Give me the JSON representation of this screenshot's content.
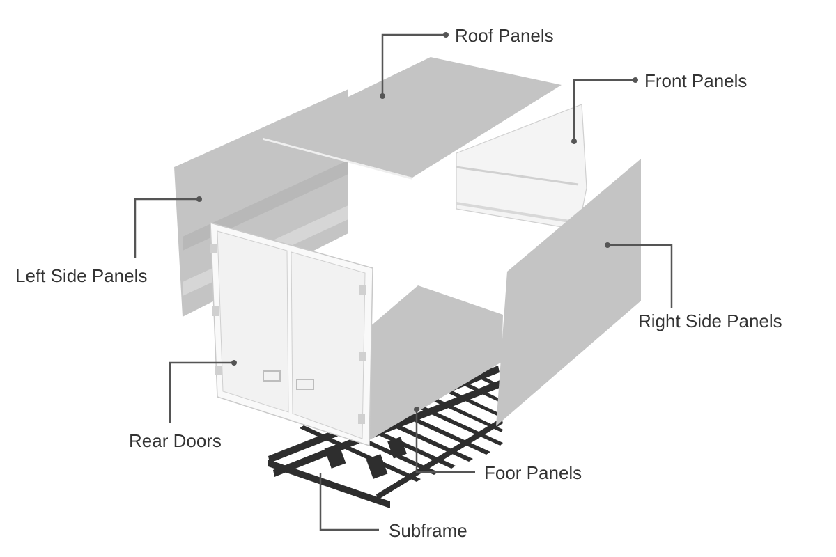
{
  "labels": {
    "roof": "Roof Panels",
    "front": "Front Panels",
    "left": "Left Side Panels",
    "right": "Right Side Panels",
    "rear": "Rear Doors",
    "floor": "Foor Panels",
    "subframe": "Subframe"
  },
  "colors": {
    "panel": "#c4c4c4",
    "panel_light": "#f4f4f4",
    "frame": "#2e2e2e",
    "leader": "#555555",
    "text": "#333333"
  }
}
